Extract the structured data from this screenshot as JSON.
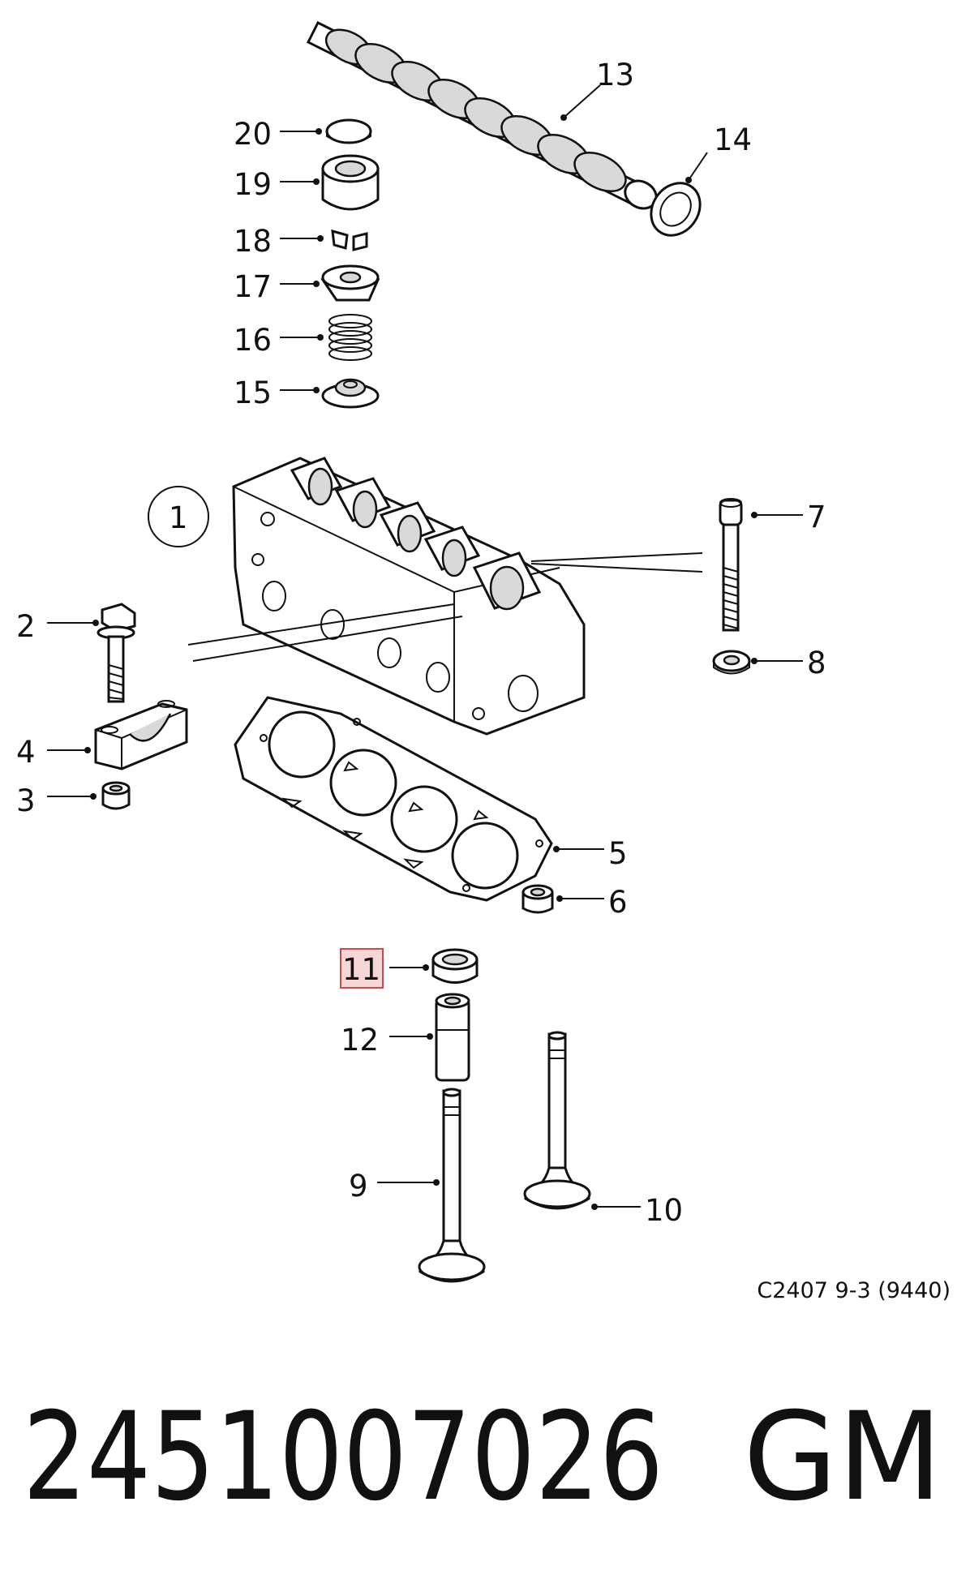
{
  "callouts": {
    "c1": "1",
    "c2": "2",
    "c3": "3",
    "c4": "4",
    "c5": "5",
    "c6": "6",
    "c7": "7",
    "c8": "8",
    "c9": "9",
    "c10": "10",
    "c11": "11",
    "c12": "12",
    "c13": "13",
    "c14": "14",
    "c15": "15",
    "c16": "16",
    "c17": "17",
    "c18": "18",
    "c19": "19",
    "c20": "20"
  },
  "highlighted_callout": "11",
  "diagram_reference": "C2407 9-3 (9440)",
  "part_number": "2451007026",
  "brand": "GM",
  "colors": {
    "highlight_fill": "#f6d6d6",
    "highlight_border": "#d04848",
    "line": "#111111"
  }
}
